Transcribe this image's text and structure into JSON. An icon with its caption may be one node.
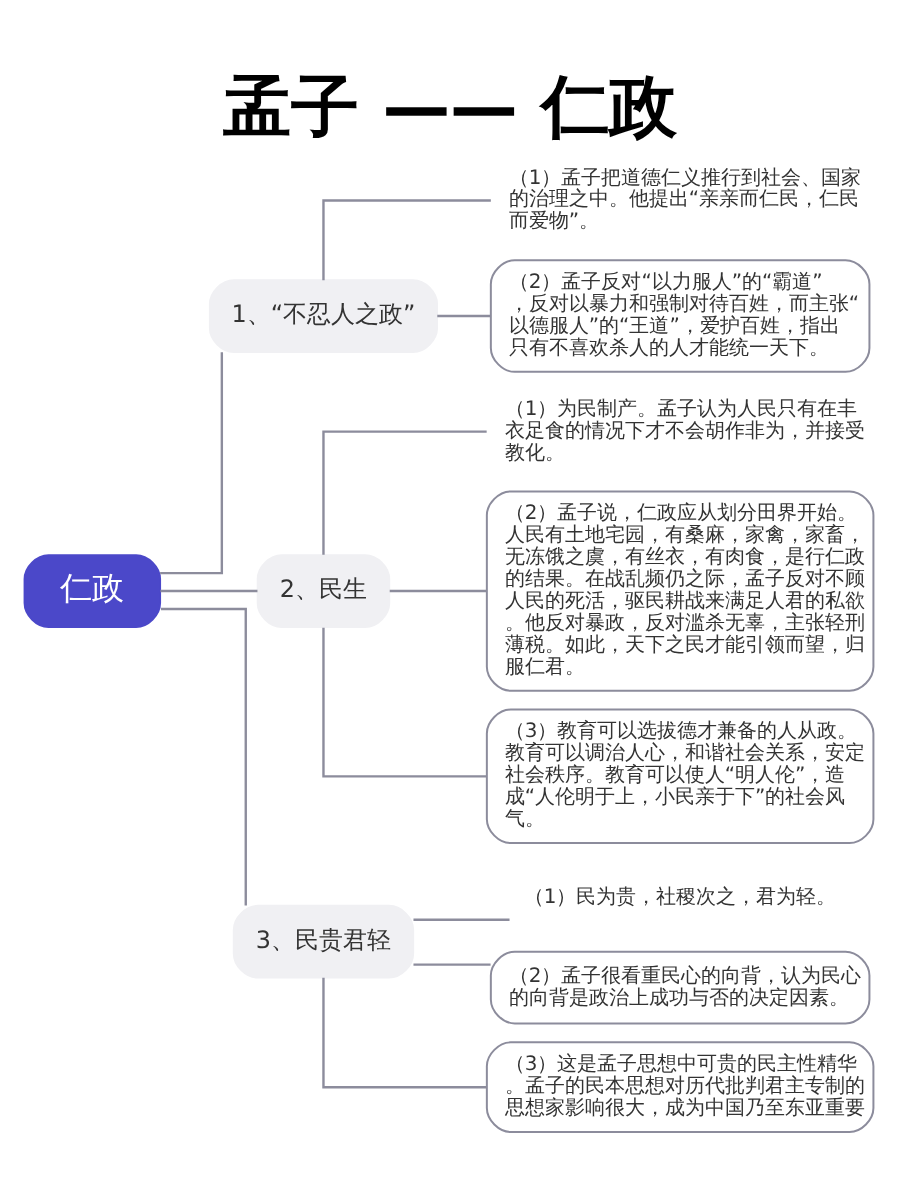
{
  "diagram": {
    "title": "孟子 —— 仁政",
    "nodes": [
      {
        "text": [
          "仁政"
        ]
      },
      {
        "text": [
          "1、“不忍人之政”"
        ]
      },
      {
        "text": [
          "（1）孟子把道德仁义推行到社会、国家的治理之中。他提出“亲亲而仁民，仁民而爱物”。"
        ]
      },
      {
        "text": [
          "（2）孟子反对“以力服人”的“霸道”，反对以暴力和强制对待百姓，而主张“以德服人”的“王道”，爱护百姓，指出只有不喜欢杀人的人才能统一天下。"
        ]
      },
      {
        "text": [
          "2、民生"
        ]
      },
      {
        "text": [
          "（1）为民制产。孟子认为人民只有在丰衣足食的情况下才不会胡作非为，并接受教化。"
        ]
      },
      {
        "text": [
          "（2）孟子说，仁政应从划分田界开始。人民有土地宅园，有桑麻，家禽，家畜，无冻饿之虞，有丝衣，有肉食，是行仁政的结果。在战乱频仍之际，孟子反对不顾人民的死活，驱民耕战来满足人君的私欲。他反对暴政，反对滥杀无辜，主张轻刑薄税。如此，天下之民才能引领而望，归服仁君。"
        ]
      },
      {
        "text": [
          "（3）教育可以选拔德才兼备的人从政。教育可以调治人心，和谐社会关系，安定社会秩序。教育可以使人“明人伦”，造成“人伦明于上，小民亲于下”的社会风气。"
        ]
      },
      {
        "text": [
          "3、民贵君轻"
        ]
      },
      {
        "text": [
          "（1）民为贵，社稷次之，君为轻。"
        ]
      },
      {
        "text": [
          "（2）孟子很看重民心的向背，认为民心的向背是政治上成功与否的决定因素。"
        ]
      },
      {
        "text": [
          "（3）这是孟子思想中可贵的民主性精华。孟子的民本思想对历代批判君主专制的思想家影响很大，成为中国乃至东亚重要"
        ]
      }
    ],
    "edges": [
      {
        "from": 0,
        "to": 1,
        "arrow": "none"
      },
      {
        "from": 0,
        "to": 4,
        "arrow": "none"
      },
      {
        "from": 0,
        "to": 8,
        "arrow": "none"
      },
      {
        "from": 1,
        "to": 2,
        "arrow": "none"
      },
      {
        "from": 1,
        "to": 3,
        "arrow": "none"
      },
      {
        "from": 4,
        "to": 5,
        "arrow": "none"
      },
      {
        "from": 4,
        "to": 6,
        "arrow": "none"
      },
      {
        "from": 4,
        "to": 7,
        "arrow": "none"
      },
      {
        "from": 8,
        "to": 9,
        "arrow": "none"
      },
      {
        "from": 8,
        "to": 10,
        "arrow": "none"
      },
      {
        "from": 8,
        "to": 11,
        "arrow": "none"
      }
    ]
  }
}
